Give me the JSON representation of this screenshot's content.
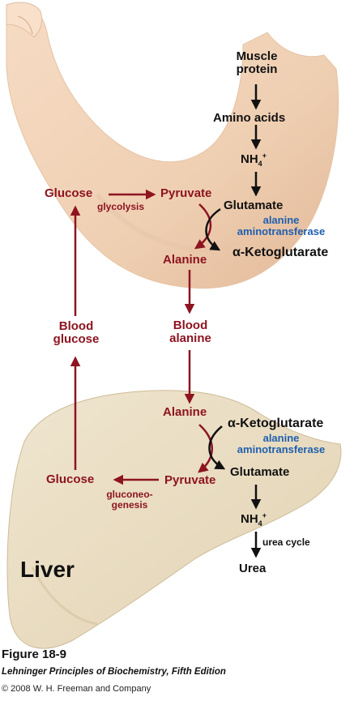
{
  "muscle": {
    "muscle_protein": [
      "Muscle",
      "protein"
    ],
    "amino_acids": "Amino acids",
    "nh4": "NH",
    "nh4_sub": "4",
    "nh4_sup": "+",
    "glucose": "Glucose",
    "glycolysis": "glycolysis",
    "pyruvate": "Pyruvate",
    "glutamate": "Glutamate",
    "enzyme": [
      "alanine",
      "aminotransferase"
    ],
    "alanine": "Alanine",
    "ketoglutarate": "α-Ketoglutarate"
  },
  "blood": {
    "glucose": [
      "Blood",
      "glucose"
    ],
    "alanine": [
      "Blood",
      "alanine"
    ]
  },
  "liver": {
    "alanine": "Alanine",
    "ketoglutarate": "α-Ketoglutarate",
    "enzyme": [
      "alanine",
      "aminotransferase"
    ],
    "pyruvate": "Pyruvate",
    "glucose": "Glucose",
    "gluconeogenesis": [
      "gluconeo-",
      "genesis"
    ],
    "glutamate": "Glutamate",
    "nh4": "NH",
    "nh4_sub": "4",
    "nh4_sup": "+",
    "urea_cycle": "urea cycle",
    "urea": "Urea",
    "label": "Liver"
  },
  "caption": {
    "figure": "Figure 18-9",
    "book": "Lehninger Principles of Biochemistry, Fifth Edition",
    "copyright": "© 2008 W. H. Freeman and Company"
  },
  "colors": {
    "arrow_red": "#8d1420",
    "arrow_black": "#111111",
    "enzyme_blue": "#1f5fae",
    "skin": "#f2d2b6",
    "liver": "#ece0c6"
  }
}
